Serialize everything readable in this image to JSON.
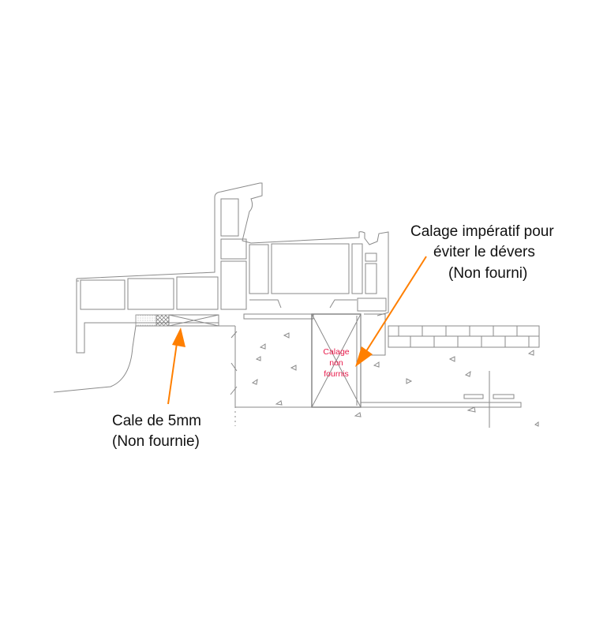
{
  "annotations": {
    "right_note": {
      "line1": "Calage impératif pour",
      "line2": "éviter le dévers",
      "line3": "(Non fourni)"
    },
    "left_note": {
      "line1": "Cale de 5mm",
      "line2": "(Non fournie)"
    },
    "center_note": {
      "line1": "Calage",
      "line2": "non",
      "line3": "fournis"
    }
  },
  "colors": {
    "arrow": "#ff7f00",
    "center_note": "#e8194a",
    "lines": "#8a8a8a"
  }
}
